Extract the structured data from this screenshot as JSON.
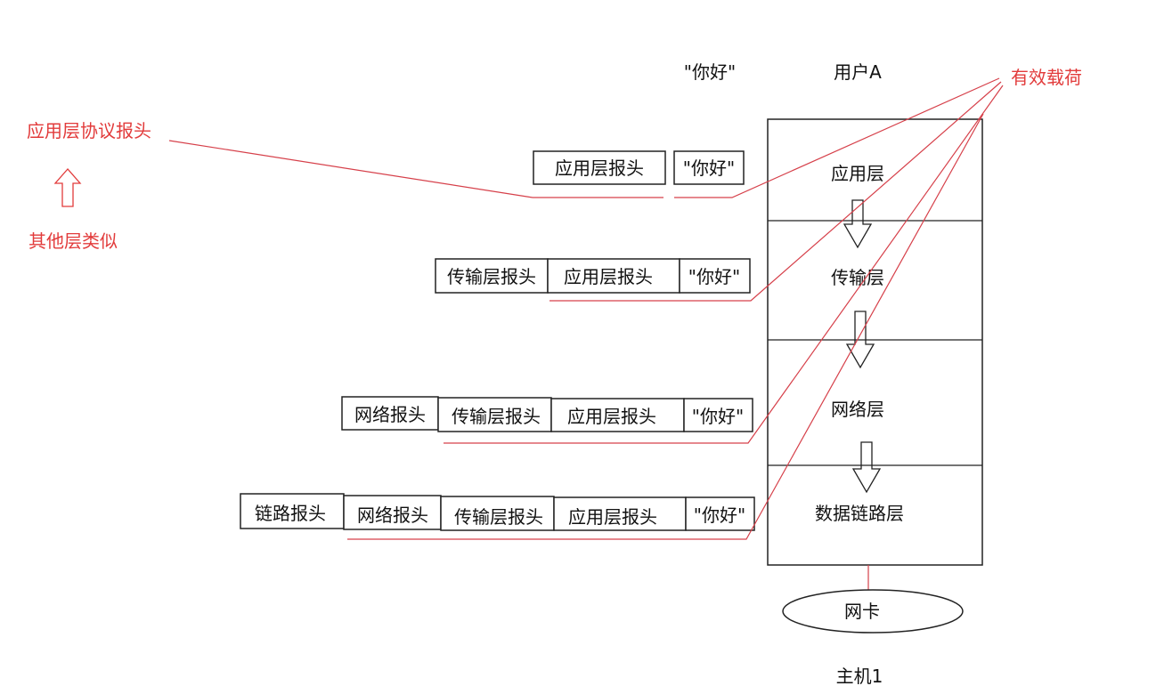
{
  "top": {
    "message": "\"你好\"",
    "user": "用户A",
    "payload_label": "有效载荷"
  },
  "annotation": {
    "header_label": "应用层协议报头",
    "others_label": "其他层类似"
  },
  "stack": {
    "layers": [
      "应用层",
      "传输层",
      "网络层",
      "数据链路层"
    ],
    "nic": "网卡",
    "host": "主机1"
  },
  "packets": [
    [
      "应用层报头",
      "\"你好\""
    ],
    [
      "传输层报头",
      "应用层报头",
      "\"你好\""
    ],
    [
      "网络报头",
      "传输层报头",
      "应用层报头",
      "\"你好\""
    ],
    [
      "链路报头",
      "网络报头",
      "传输层报头",
      "应用层报头",
      "\"你好\""
    ]
  ],
  "colors": {
    "annotation": "#e23b3b",
    "line": "#222222"
  }
}
